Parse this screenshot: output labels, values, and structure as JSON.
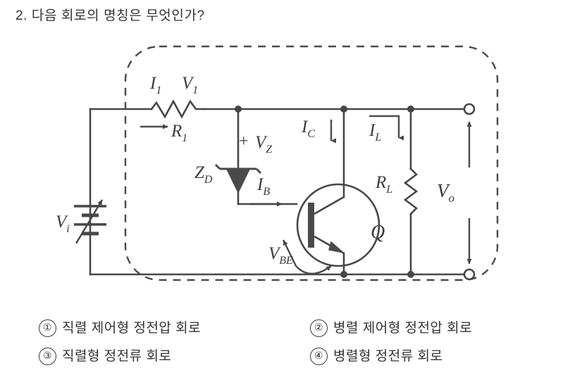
{
  "question": {
    "number": "2.",
    "text": "2. 다음 회로의 명칭은 무엇인가?"
  },
  "options": [
    {
      "marker": "①",
      "label": "직렬 제어형 정전압 회로"
    },
    {
      "marker": "②",
      "label": "병렬 제어형 정전압 회로"
    },
    {
      "marker": "③",
      "label": "직렬형 정전류 회로"
    },
    {
      "marker": "④",
      "label": "병렬형 정전류 회로"
    }
  ],
  "circuit": {
    "title": "series-regulated-voltage-circuit",
    "labels": {
      "input_source": "V",
      "input_source_sub": "i",
      "series_current": "I",
      "series_current_sub": "1",
      "series_voltage": "V",
      "series_voltage_sub": "1",
      "series_resistor": "R",
      "series_resistor_sub": "1",
      "zener_diode": "Z",
      "zener_diode_sub": "D",
      "zener_voltage": "V",
      "zener_voltage_sub": "Z",
      "zener_polarity": "+",
      "base_current": "I",
      "base_current_sub": "B",
      "collector_current": "I",
      "collector_current_sub": "C",
      "base_emitter_voltage": "V",
      "base_emitter_voltage_sub": "BE",
      "transistor": "Q",
      "load_current": "I",
      "load_current_sub": "L",
      "load_resistor": "R",
      "load_resistor_sub": "L",
      "output_voltage": "V",
      "output_voltage_sub": "o"
    },
    "colors": {
      "ink": "#3f3f3f",
      "ink_light": "#565656",
      "background": "#ffffff"
    }
  }
}
